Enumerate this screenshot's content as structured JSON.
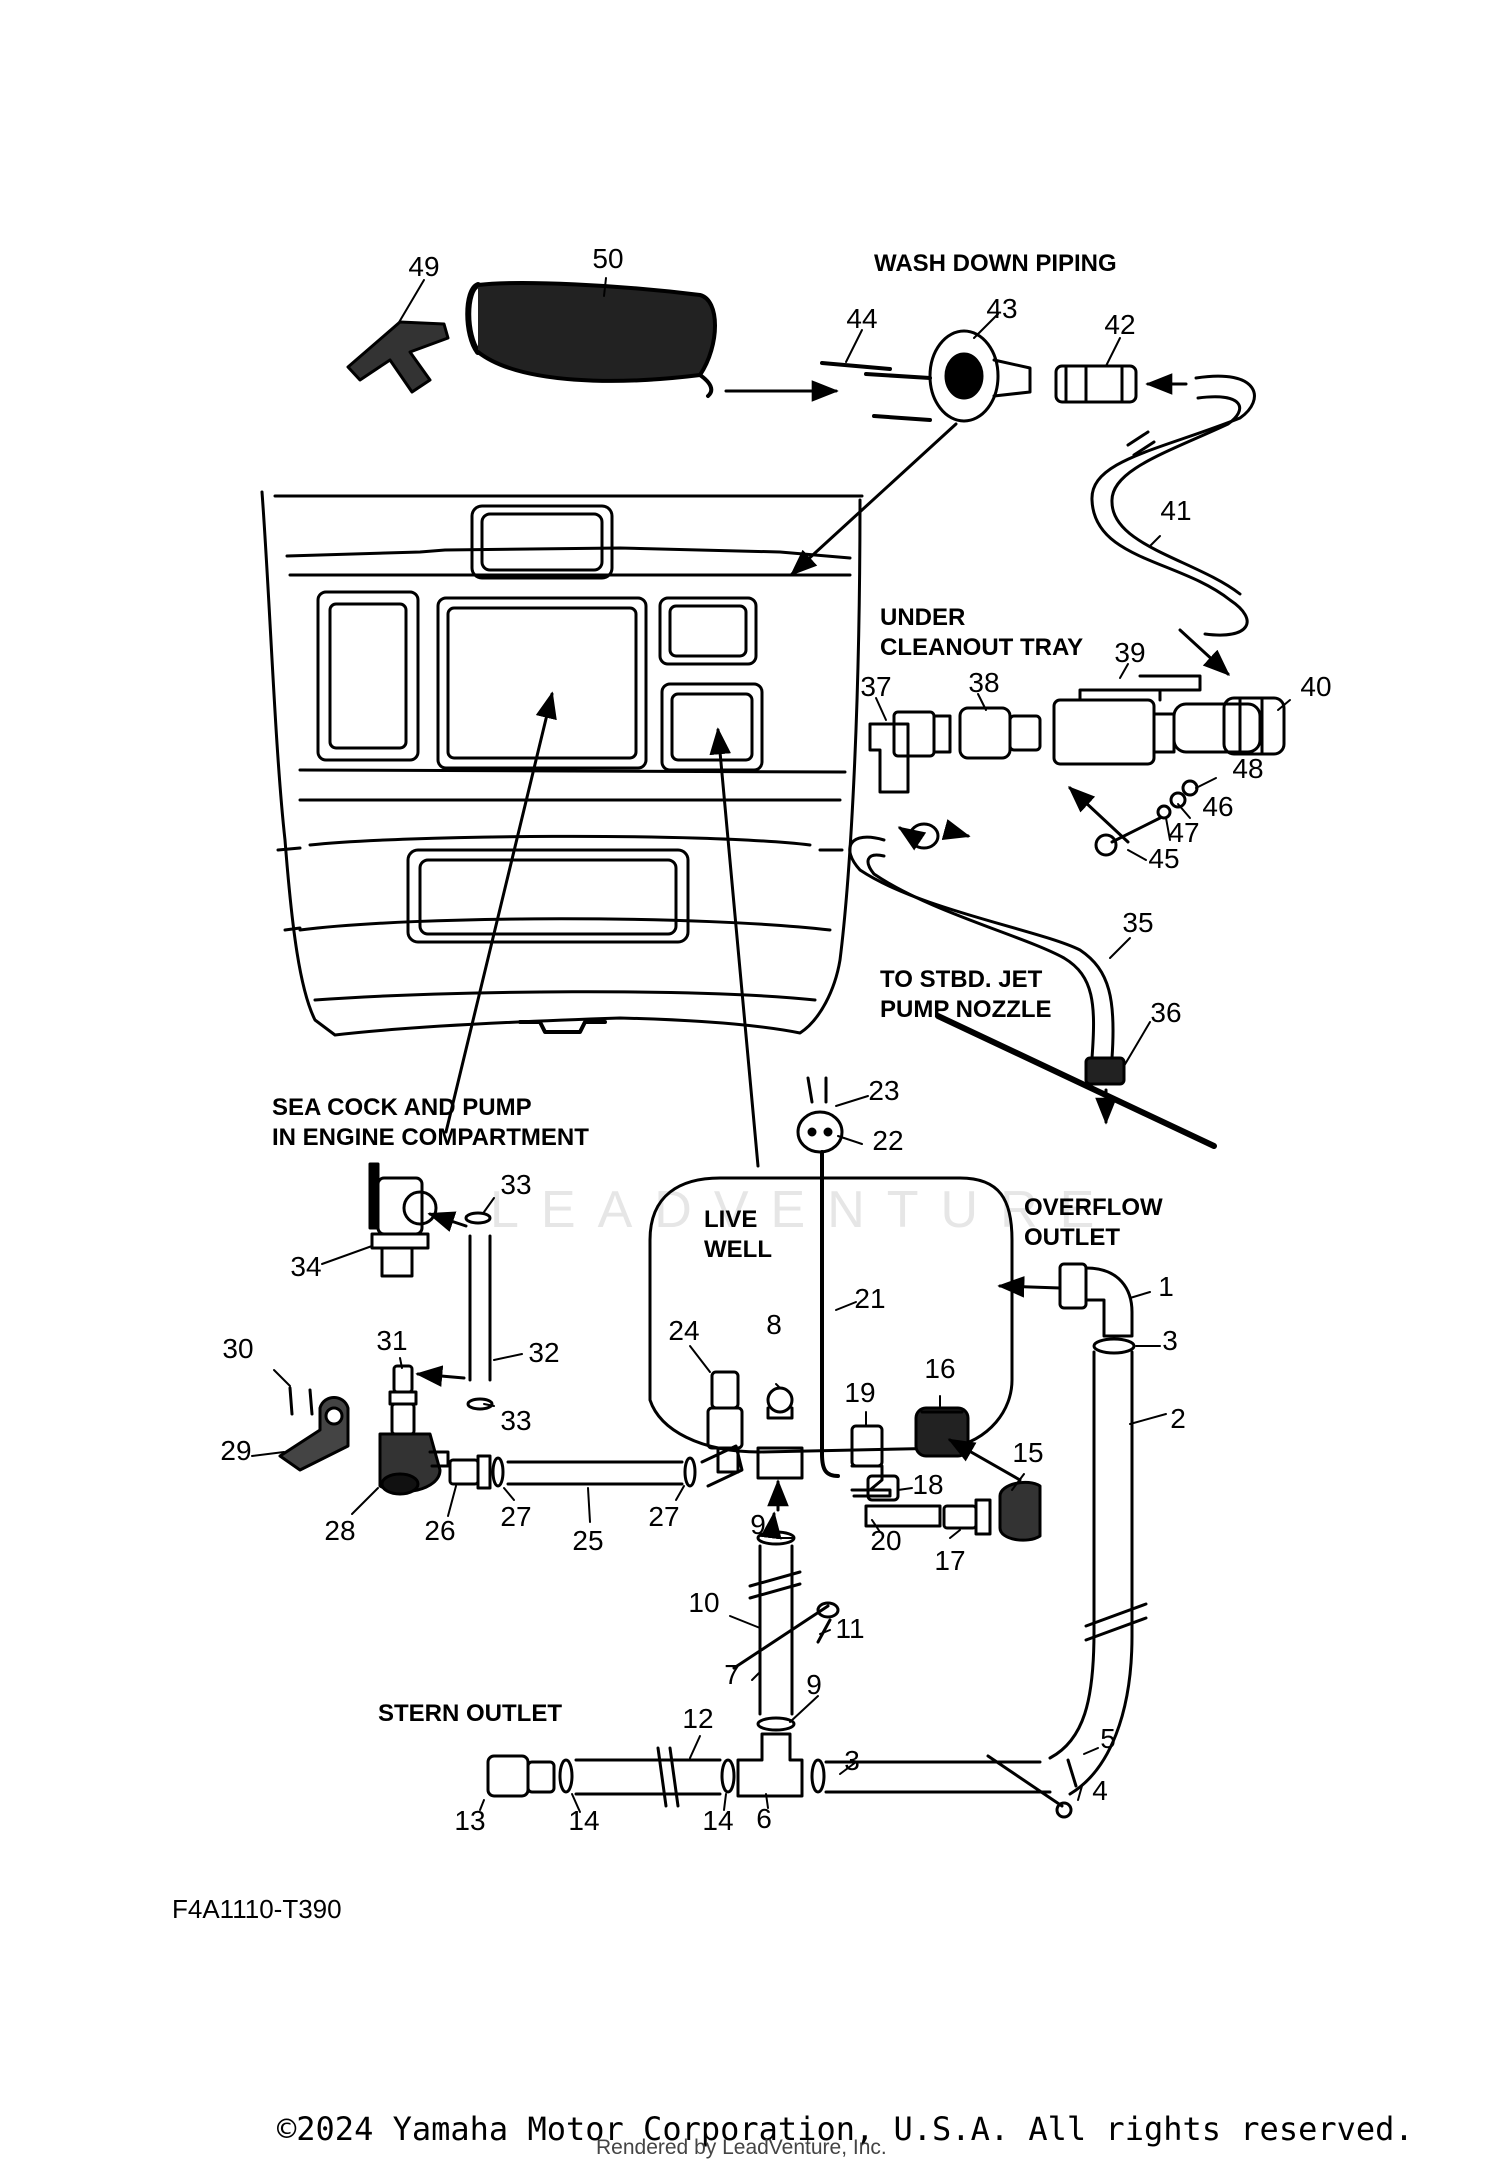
{
  "sections": {
    "wash_down": "WASH DOWN PIPING",
    "under_tray_1": "UNDER",
    "under_tray_2": "CLEANOUT TRAY",
    "stbd_1": "TO STBD. JET",
    "stbd_2": "PUMP NOZZLE",
    "sea_cock_1": "SEA COCK AND PUMP",
    "sea_cock_2": "IN ENGINE COMPARTMENT",
    "live_well_1": "LIVE",
    "live_well_2": "WELL",
    "overflow_1": "OVERFLOW",
    "overflow_2": "OUTLET",
    "stern": "STERN OUTLET"
  },
  "diagram_code": "F4A1110-T390",
  "watermark": "LEADVENTURE",
  "footer": {
    "copyright": "©2024 Yamaha Motor Corporation, U.S.A. All rights reserved.",
    "rendered_by": "Rendered by LeadVenture, Inc."
  },
  "callouts": [
    {
      "num": "1",
      "name": "callout-1"
    },
    {
      "num": "2",
      "name": "callout-2"
    },
    {
      "num": "3",
      "name": "callout-3-top"
    },
    {
      "num": "3",
      "name": "callout-3-bottom"
    },
    {
      "num": "4",
      "name": "callout-4"
    },
    {
      "num": "5",
      "name": "callout-5"
    },
    {
      "num": "6",
      "name": "callout-6"
    },
    {
      "num": "7",
      "name": "callout-7"
    },
    {
      "num": "8",
      "name": "callout-8"
    },
    {
      "num": "9",
      "name": "callout-9-top"
    },
    {
      "num": "9",
      "name": "callout-9-bottom"
    },
    {
      "num": "10",
      "name": "callout-10"
    },
    {
      "num": "11",
      "name": "callout-11"
    },
    {
      "num": "12",
      "name": "callout-12"
    },
    {
      "num": "13",
      "name": "callout-13"
    },
    {
      "num": "14",
      "name": "callout-14-left"
    },
    {
      "num": "14",
      "name": "callout-14-right"
    },
    {
      "num": "15",
      "name": "callout-15"
    },
    {
      "num": "16",
      "name": "callout-16"
    },
    {
      "num": "17",
      "name": "callout-17"
    },
    {
      "num": "18",
      "name": "callout-18"
    },
    {
      "num": "19",
      "name": "callout-19"
    },
    {
      "num": "20",
      "name": "callout-20"
    },
    {
      "num": "21",
      "name": "callout-21"
    },
    {
      "num": "22",
      "name": "callout-22"
    },
    {
      "num": "23",
      "name": "callout-23"
    },
    {
      "num": "24",
      "name": "callout-24"
    },
    {
      "num": "25",
      "name": "callout-25"
    },
    {
      "num": "26",
      "name": "callout-26"
    },
    {
      "num": "27",
      "name": "callout-27-left"
    },
    {
      "num": "27",
      "name": "callout-27-right"
    },
    {
      "num": "28",
      "name": "callout-28"
    },
    {
      "num": "29",
      "name": "callout-29"
    },
    {
      "num": "30",
      "name": "callout-30"
    },
    {
      "num": "31",
      "name": "callout-31"
    },
    {
      "num": "32",
      "name": "callout-32"
    },
    {
      "num": "33",
      "name": "callout-33-top"
    },
    {
      "num": "33",
      "name": "callout-33-bottom"
    },
    {
      "num": "34",
      "name": "callout-34"
    },
    {
      "num": "35",
      "name": "callout-35"
    },
    {
      "num": "36",
      "name": "callout-36"
    },
    {
      "num": "37",
      "name": "callout-37"
    },
    {
      "num": "38",
      "name": "callout-38"
    },
    {
      "num": "39",
      "name": "callout-39"
    },
    {
      "num": "40",
      "name": "callout-40"
    },
    {
      "num": "41",
      "name": "callout-41"
    },
    {
      "num": "42",
      "name": "callout-42"
    },
    {
      "num": "43",
      "name": "callout-43"
    },
    {
      "num": "44",
      "name": "callout-44"
    },
    {
      "num": "45",
      "name": "callout-45"
    },
    {
      "num": "46",
      "name": "callout-46"
    },
    {
      "num": "47",
      "name": "callout-47"
    },
    {
      "num": "48",
      "name": "callout-48"
    },
    {
      "num": "49",
      "name": "callout-49"
    },
    {
      "num": "50",
      "name": "callout-50"
    }
  ]
}
